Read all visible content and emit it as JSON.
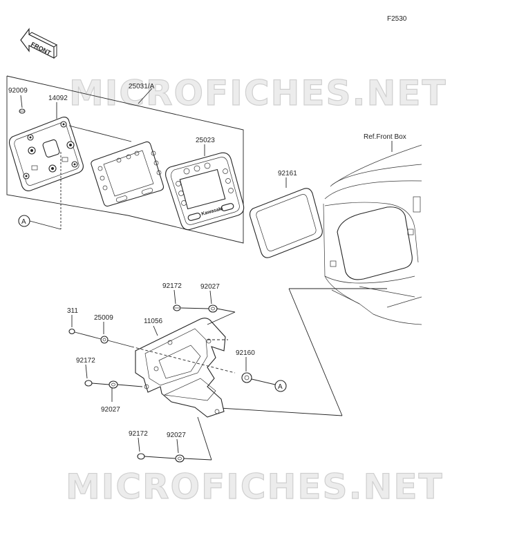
{
  "figure_code": "F2530",
  "front_label": "FRONT",
  "watermark_top": "MICROFICHES.NET",
  "watermark_bottom": "MICROFICHES.NET",
  "reference_label": "Ref.Front Box",
  "callout_letter": "A",
  "part_labels": {
    "p_92009": "92009",
    "p_14092": "14092",
    "p_25031A": "25031/A",
    "p_25023": "25023",
    "p_92161": "92161",
    "p_92172_a": "92172",
    "p_92027_a": "92027",
    "p_311": "311",
    "p_25009": "25009",
    "p_11056": "11056",
    "p_92160": "92160",
    "p_92172_b": "92172",
    "p_92027_b": "92027",
    "p_92172_c": "92172",
    "p_92027_c": "92027"
  },
  "meter_brand": "Kawasaki"
}
